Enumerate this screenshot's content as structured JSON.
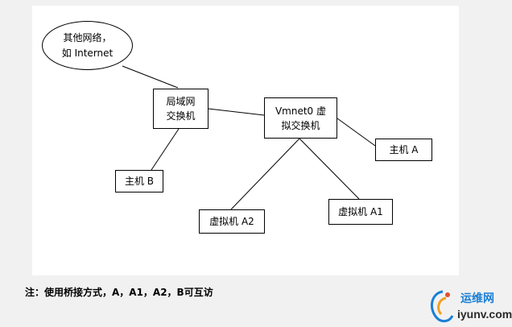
{
  "nodes": {
    "internet": {
      "line1": "其他网络，",
      "line2": "如 Internet"
    },
    "lan_switch": {
      "line1": "局域网",
      "line2": "交换机"
    },
    "vmnet0": {
      "line1": "Vmnet0 虚",
      "line2": "拟交换机"
    },
    "host_a": {
      "label": "主机 A"
    },
    "host_b": {
      "label": "主机 B"
    },
    "vm_a2": {
      "label": "虚拟机 A2"
    },
    "vm_a1": {
      "label": "虚拟机 A1"
    }
  },
  "caption": "注：使用桥接方式，A，A1，A2，B可互访",
  "watermark": {
    "cn": "运维网",
    "en": "iyunv.com"
  },
  "colors": {
    "background": "#f1f1f1",
    "canvas": "#ffffff",
    "line": "#000000",
    "watermark_blue": "#1a7fd6"
  }
}
